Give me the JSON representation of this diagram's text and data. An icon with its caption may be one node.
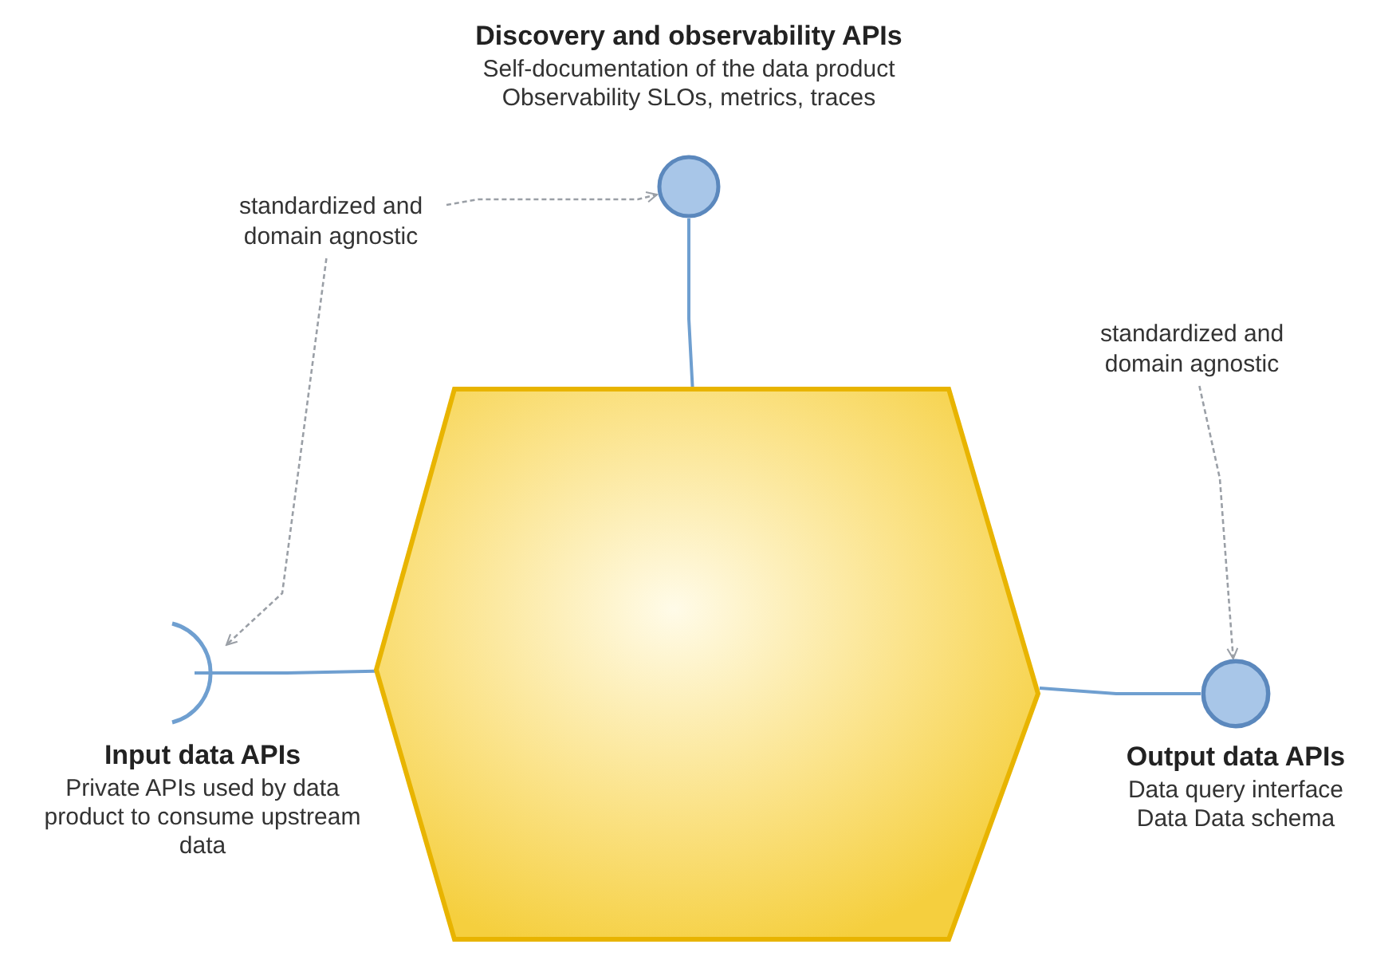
{
  "diagram": {
    "nodes": [
      {
        "text": [],
        "shape": "hexagon"
      },
      {
        "text": [
          "Discovery and observability APIs",
          "Self-documentation of the data product Observability SLOs, metrics, traces"
        ]
      },
      {
        "text": [
          "Input data APIs",
          "Private APIs used by data product to consume upstream data"
        ]
      },
      {
        "text": [
          "Output data APIs",
          "Data query interface Data Data schema"
        ]
      },
      {
        "text": [
          "standardized and domain agnostic"
        ]
      },
      {
        "text": [
          "standardized and domain agnostic"
        ]
      }
    ],
    "edges": [
      {
        "from": 1,
        "to": 0,
        "arrow": "none"
      },
      {
        "from": 2,
        "to": 0,
        "arrow": "none"
      },
      {
        "from": 0,
        "to": 3,
        "arrow": "none"
      },
      {
        "from": 4,
        "to": 1,
        "arrow": "to",
        "style": "dashed",
        "color": "#9a9fa6"
      },
      {
        "from": 4,
        "to": 2,
        "arrow": "to",
        "style": "dashed",
        "color": "#9a9fa6"
      },
      {
        "from": 5,
        "to": 3,
        "arrow": "to",
        "style": "dashed",
        "color": "#9a9fa6"
      }
    ]
  }
}
